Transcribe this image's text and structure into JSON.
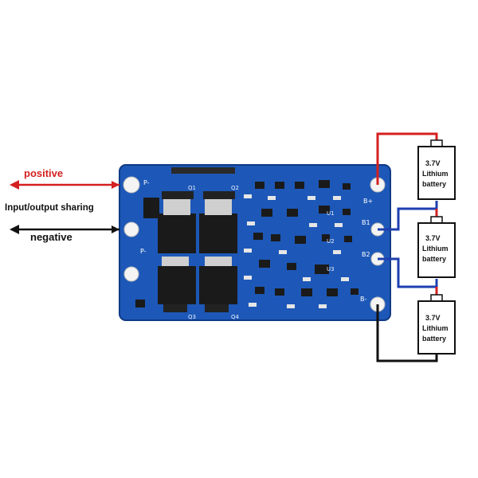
{
  "labels": {
    "positive": "positive",
    "io_sharing": "Input/output sharing",
    "negative": "negative"
  },
  "pads": {
    "p_minus": "P-",
    "p_minus_lower": "P-",
    "b_plus": "B+",
    "b_minus": "B-",
    "b1": "B1",
    "b2": "B2"
  },
  "pcb_refs": {
    "q1": "Q1",
    "q2": "Q2",
    "q3": "Q3",
    "q4": "Q4",
    "u1": "U1",
    "u2": "U2",
    "u3": "U3"
  },
  "batteries": [
    {
      "voltage": "3.7V",
      "line1": "Lithium",
      "line2": "battery"
    },
    {
      "voltage": "3.7V",
      "line1": "Lithium",
      "line2": "battery"
    },
    {
      "voltage": "3.7V",
      "line1": "Lithium",
      "line2": "battery"
    }
  ],
  "colors": {
    "positive_wire": "#d42020",
    "negative_wire": "#111111",
    "balance_wire": "#1e3fb0",
    "pcb": "#1d58b8"
  }
}
